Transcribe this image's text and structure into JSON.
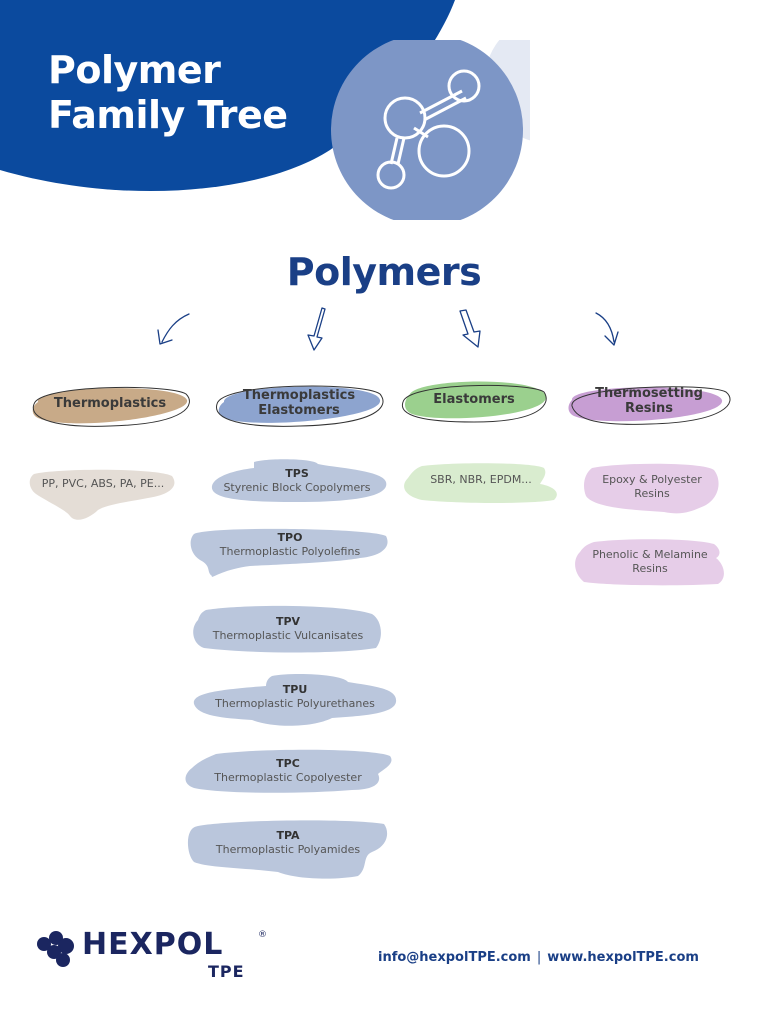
{
  "header": {
    "title_line1": "Polymer",
    "title_line2": "Family Tree"
  },
  "colors": {
    "header_blue": "#0b4a9e",
    "circle_blue": "#7d96c6",
    "circle_light": "#e4e9f3",
    "title_blue": "#1a3f86",
    "thermoplastics": "#c8aa88",
    "tpe": "#8da4cf",
    "elastomers": "#9bd08e",
    "thermosets": "#c79ed3",
    "thermoplastics_light": "#e4ddd6",
    "tpe_light": "#bac6dc",
    "elastomers_light": "#d9eccf",
    "thermosets_light": "#e6cde8",
    "logo_navy": "#1b2660"
  },
  "diagram": {
    "root": "Polymers",
    "categories": [
      {
        "id": "thermoplastics",
        "label": "Thermoplastics"
      },
      {
        "id": "tpe",
        "label": "Thermoplastics Elastomers"
      },
      {
        "id": "elastomers",
        "label": "Elastomers"
      },
      {
        "id": "thermosets",
        "label": "Thermosetting Resins"
      }
    ],
    "thermoplastics_items": [
      {
        "text": "PP, PVC, ABS, PA, PE..."
      }
    ],
    "tpe_items": [
      {
        "abbr": "TPS",
        "text": "Styrenic Block Copolymers"
      },
      {
        "abbr": "TPO",
        "text": "Thermoplastic Polyolefins"
      },
      {
        "abbr": "TPV",
        "text": "Thermoplastic Vulcanisates"
      },
      {
        "abbr": "TPU",
        "text": "Thermoplastic Polyurethanes"
      },
      {
        "abbr": "TPC",
        "text": "Thermoplastic Copolyester"
      },
      {
        "abbr": "TPA",
        "text": "Thermoplastic Polyamides"
      }
    ],
    "elastomers_items": [
      {
        "text": "SBR, NBR, EPDM..."
      }
    ],
    "thermosets_items": [
      {
        "text": "Epoxy & Polyester Resins"
      },
      {
        "text": "Phenolic & Melamine Resins"
      }
    ]
  },
  "footer": {
    "logo_name": "HEXPOL",
    "logo_sub": "TPE",
    "logo_reg": "®",
    "email": "info@hexpolTPE.com",
    "separator": "|",
    "website": "www.hexpolTPE.com"
  }
}
